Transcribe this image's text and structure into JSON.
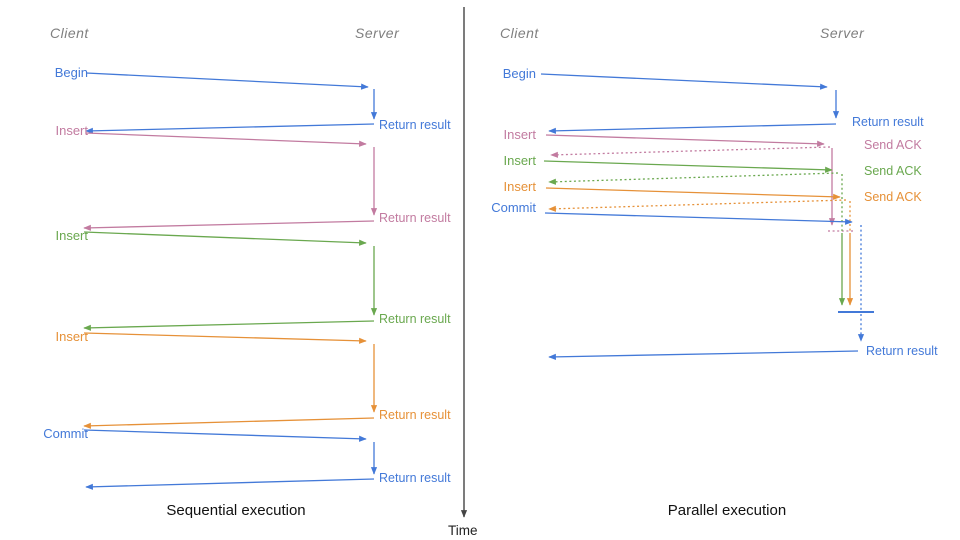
{
  "colors": {
    "blue": "#4379d8",
    "pink": "#c27ba0",
    "green": "#6aa84f",
    "orange": "#e69138",
    "header_gray": "#7f7f7f",
    "time_axis": "#444444"
  },
  "left_panel": {
    "title": "Sequential execution",
    "client_header": "Client",
    "server_header": "Server",
    "operations": [
      {
        "label": "Begin",
        "color": "blue",
        "response": "Return result"
      },
      {
        "label": "Insert",
        "color": "pink",
        "response": "Return result"
      },
      {
        "label": "Insert",
        "color": "green",
        "response": "Return result"
      },
      {
        "label": "Insert",
        "color": "orange",
        "response": "Return result"
      },
      {
        "label": "Commit",
        "color": "blue",
        "response": "Return result"
      }
    ]
  },
  "right_panel": {
    "title": "Parallel execution",
    "client_header": "Client",
    "server_header": "Server",
    "operations": [
      {
        "label": "Begin",
        "color": "blue",
        "response": "Return result"
      },
      {
        "label": "Insert",
        "color": "pink",
        "response": "Send ACK"
      },
      {
        "label": "Insert",
        "color": "green",
        "response": "Send ACK"
      },
      {
        "label": "Insert",
        "color": "orange",
        "response": "Send ACK"
      },
      {
        "label": "Commit",
        "color": "blue",
        "response": "Return result"
      }
    ],
    "final_response": "Return result"
  },
  "time_axis": {
    "label": "Time"
  }
}
